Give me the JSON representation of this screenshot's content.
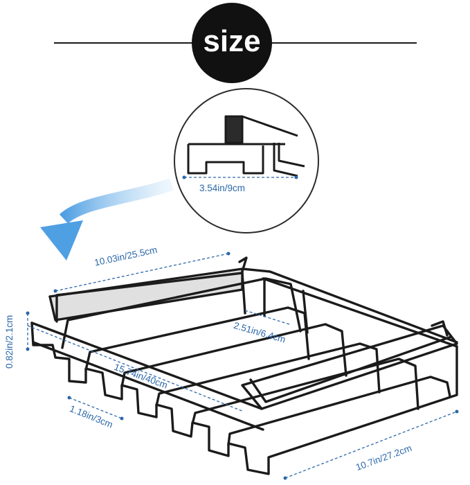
{
  "title": "size",
  "colors": {
    "accent_blue": "#2a67a8",
    "arrow_blue": "#5aa7e6",
    "rack_black": "#1b1b1b",
    "badge_bg": "#111111"
  },
  "icons": {
    "arrow": "curved-arrow-icon",
    "magnifier": "detail-zoom-circle"
  },
  "dimensions": {
    "slot_spacing": "3.54in/9cm",
    "rack_width": "10.03in/25.5cm",
    "depth": "2.51in/6.4cm",
    "hook_height": "0.82in/2.1cm",
    "diagonal_length": "15.74in/40cm",
    "slot_opening": "1.18in/3cm",
    "rack_length": "10.7in/27.2cm"
  }
}
